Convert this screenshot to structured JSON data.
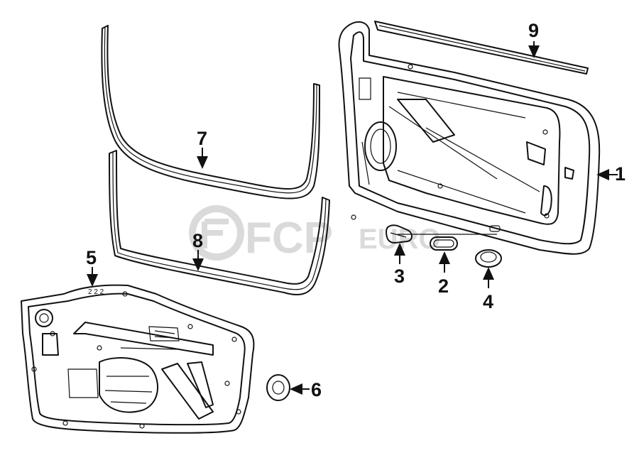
{
  "watermark": {
    "brand": "FCP",
    "suffix": "EURO"
  },
  "callouts": {
    "c1": "1",
    "c2": "2",
    "c3": "3",
    "c4": "4",
    "c5": "5",
    "c6": "6",
    "c7": "7",
    "c8": "8",
    "c9": "9"
  },
  "colors": {
    "ink": "#111111",
    "watermark": "#d6d6d6",
    "background": "#ffffff"
  }
}
